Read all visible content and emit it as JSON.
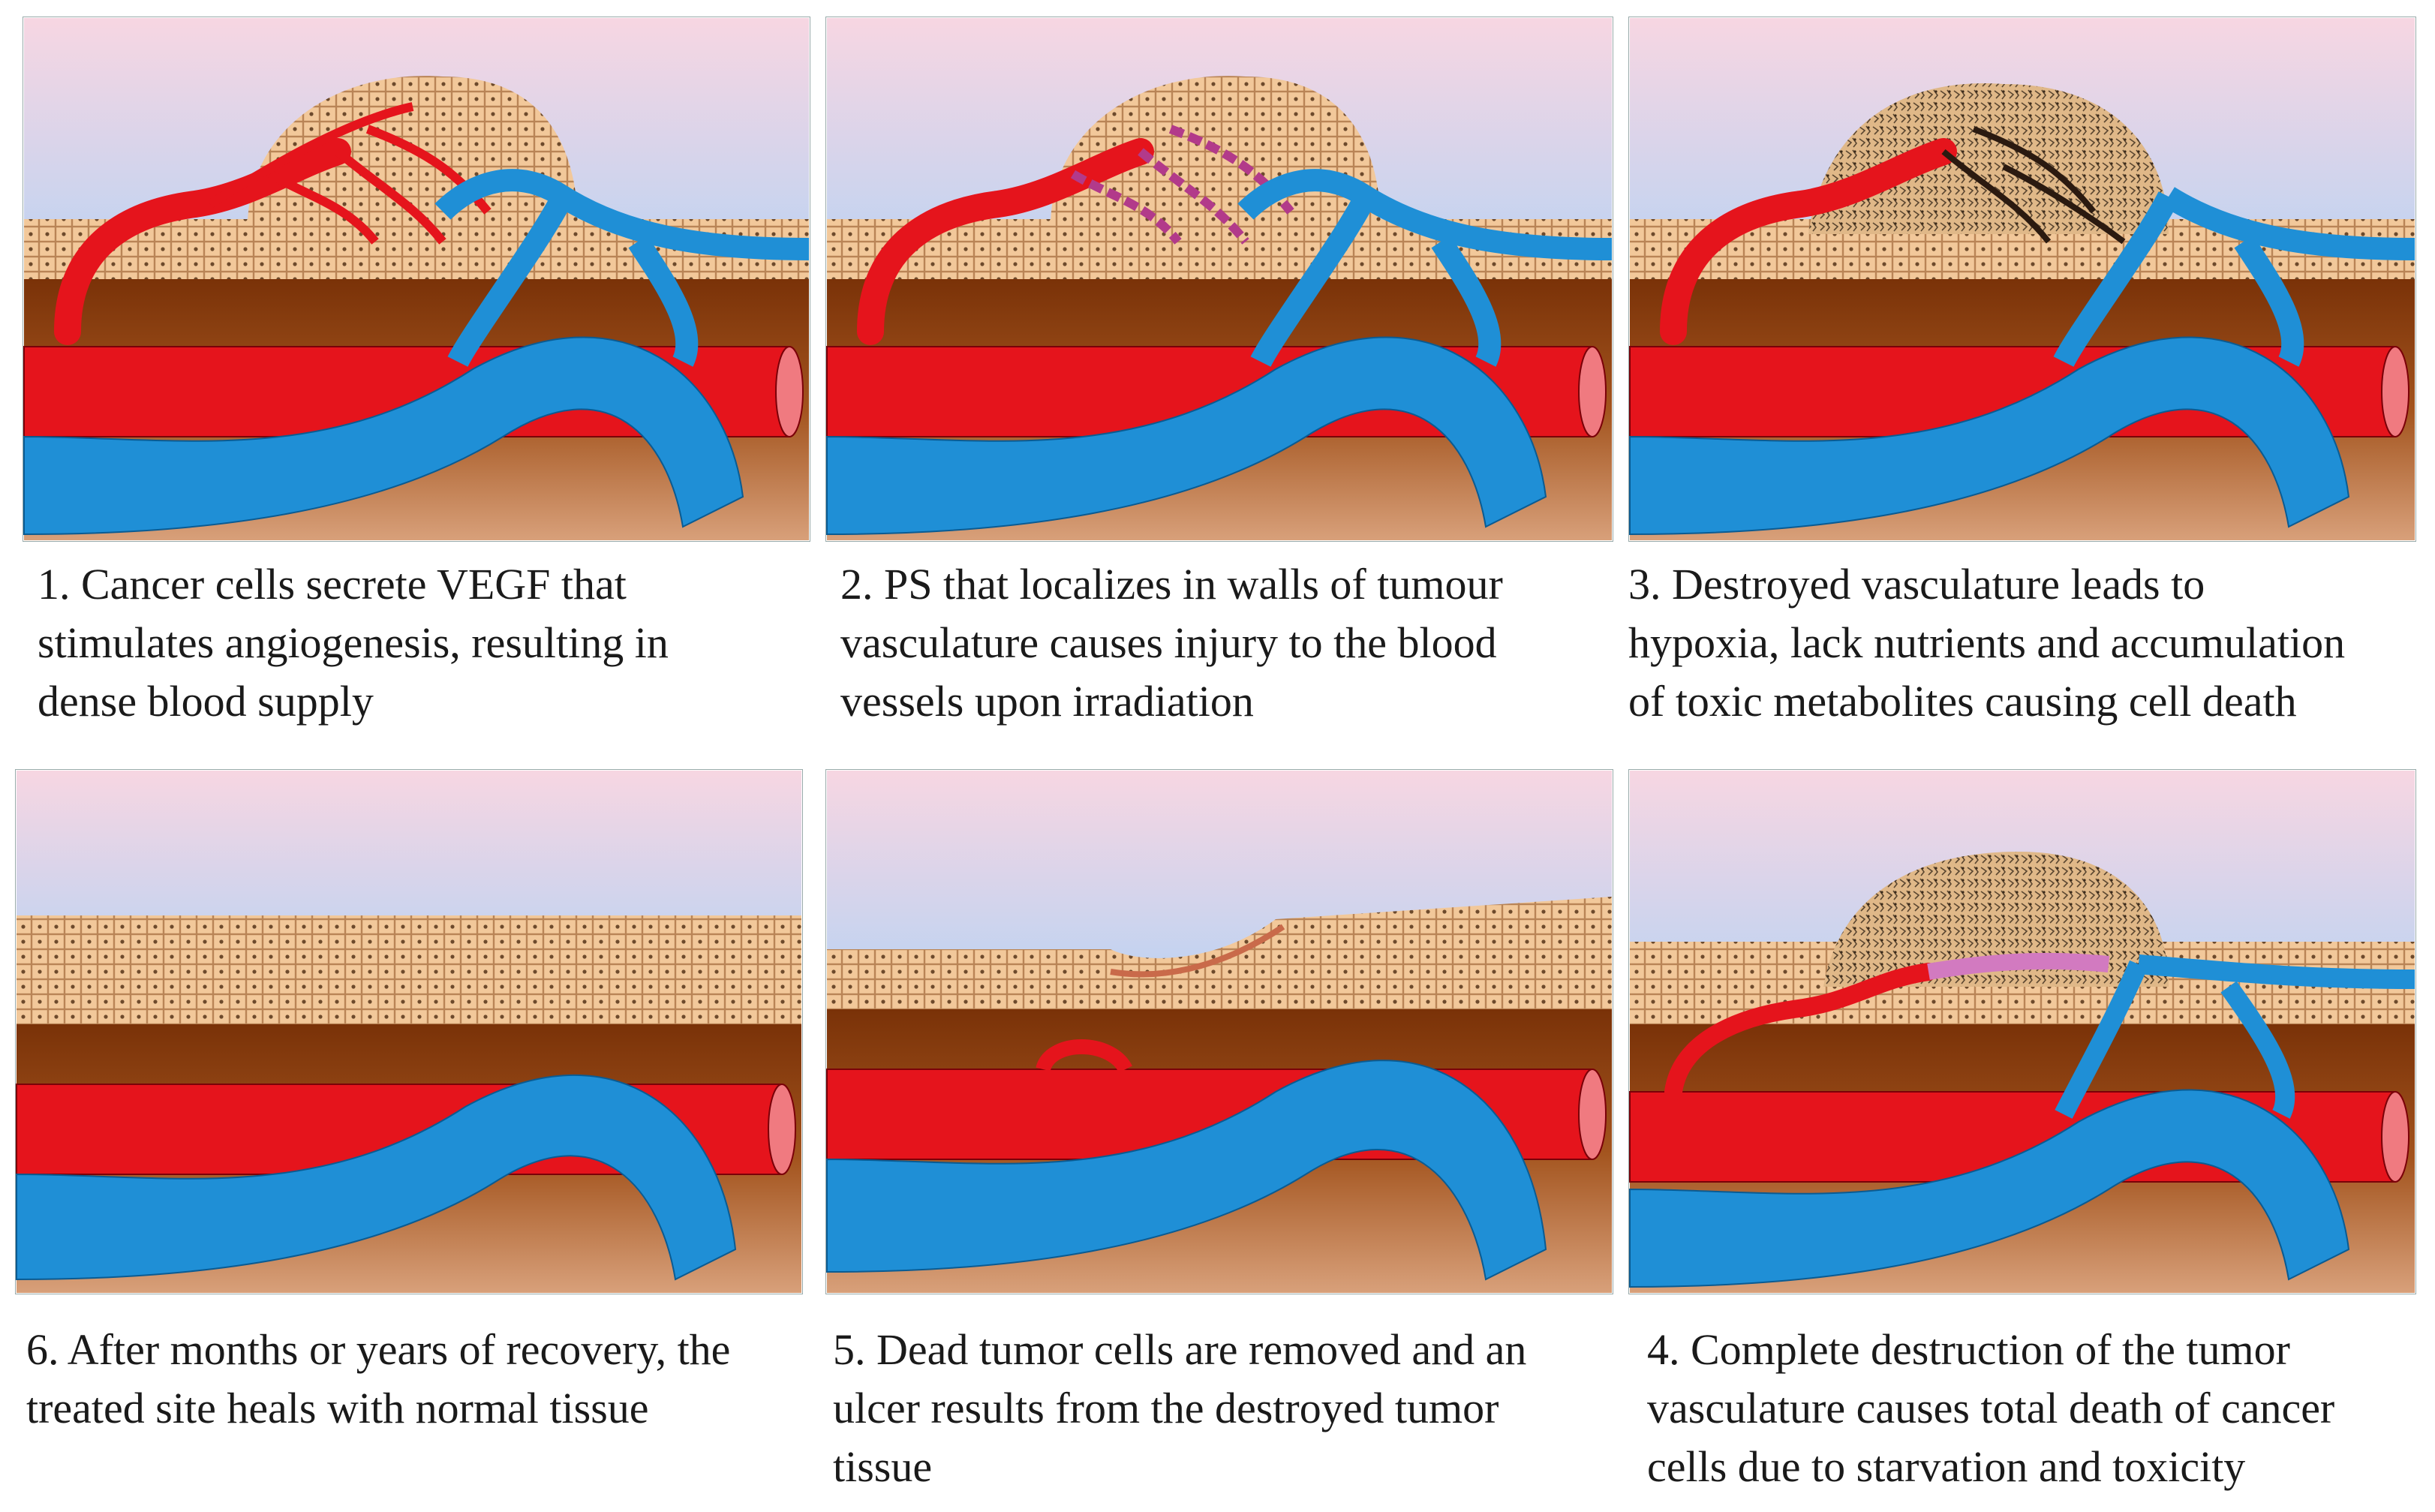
{
  "colors": {
    "sky_top": "#f7d6e2",
    "sky_bottom": "#c4d3f0",
    "cells": "#f2c89a",
    "cell_line": "#b98456",
    "dermis": "#8a3d10",
    "artery": "#e5141c",
    "vein": "#1f8fd6",
    "necrosis": "#5a4630"
  },
  "panels": [
    {
      "step": "1",
      "caption": "1. Cancer cells secrete VEGF that\nstimulates angiogenesis, resulting in\ndense blood supply"
    },
    {
      "step": "2",
      "caption": "2. PS that localizes in walls  of tumour\nvasculature causes injury to the blood\nvessels upon irradiation"
    },
    {
      "step": "3",
      "caption": "3. Destroyed vasculature leads to\nhypoxia, lack nutrients and accumulation\nof toxic metabolites causing cell death"
    },
    {
      "step": "6",
      "caption": "6. After months or years of recovery, the\ntreated site heals with normal tissue"
    },
    {
      "step": "5",
      "caption": "5. Dead tumor cells are removed and an\nulcer results from the destroyed tumor\ntissue"
    },
    {
      "step": "4",
      "caption": "4. Complete destruction of the tumor\nvasculature causes total death of cancer\ncells due to starvation and toxicity"
    }
  ]
}
